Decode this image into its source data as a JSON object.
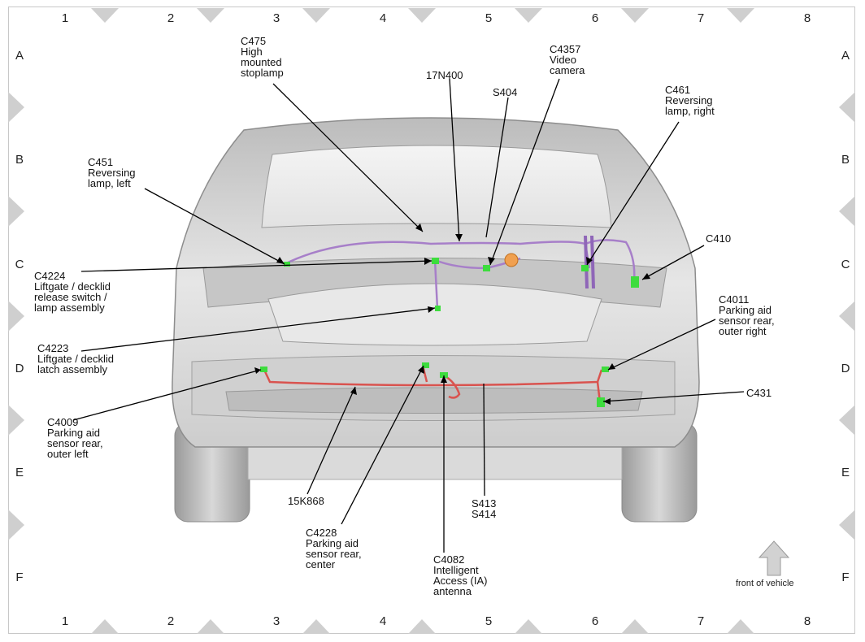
{
  "grid": {
    "columns": [
      "1",
      "2",
      "3",
      "4",
      "5",
      "6",
      "7",
      "8"
    ],
    "rows": [
      "A",
      "B",
      "C",
      "D",
      "E",
      "F"
    ]
  },
  "labels": {
    "c475": "C475\nHigh\nmounted\nstoplamp",
    "n17n400": "17N400",
    "c4357": "C4357\nVideo\ncamera",
    "s404": "S404",
    "c461": "C461\nReversing\nlamp, right",
    "c451": "C451\nReversing\nlamp, left",
    "c410": "C410",
    "c4224": "C4224\nLiftgate / decklid\nrelease switch /\nlamp assembly",
    "c4011": "C4011\nParking aid\nsensor rear,\nouter right",
    "c4223": "C4223\nLiftgate / decklid\nlatch assembly",
    "c431": "C431",
    "c4009": "C4009\nParking aid\nsensor rear,\nouter left",
    "k15k868": "15K868",
    "s413": "S413\nS414",
    "c4228": "C4228\nParking aid\nsensor rear,\ncenter",
    "c4082": "C4082\nIntelligent\nAccess (IA)\nantenna"
  },
  "front_of_vehicle": "front of vehicle",
  "colors": {
    "harness_upper": "#a77fc9",
    "harness_lower": "#d9534f",
    "connector": "#3ddc3d",
    "car_body": "#d6d6d6",
    "border_triangle": "#cfcfcf"
  }
}
